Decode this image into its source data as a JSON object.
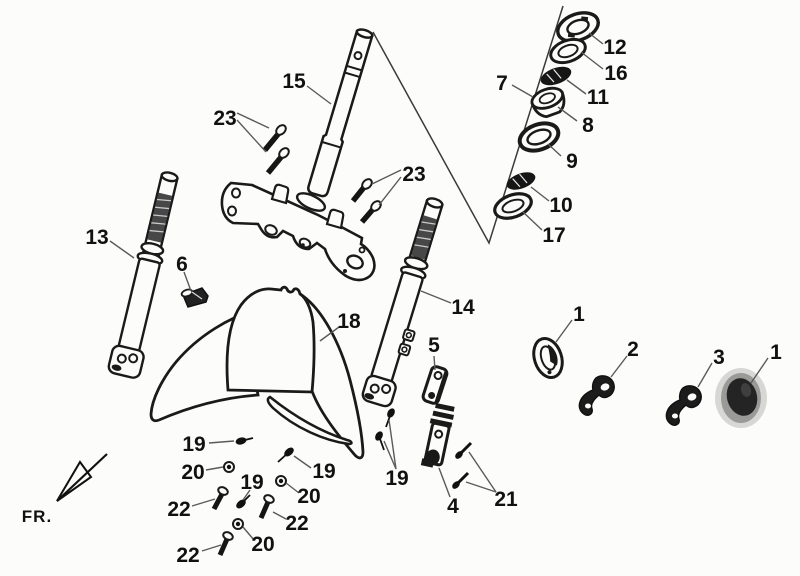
{
  "figure": {
    "type": "exploded-parts-diagram",
    "background": "#fcfcfa",
    "ink": "#1a1a1a",
    "leader_color": "#5a5a5a",
    "direction_label": "FR."
  },
  "callouts": [
    {
      "part": "15"
    },
    {
      "part": "23"
    },
    {
      "part": "23"
    },
    {
      "part": "13"
    },
    {
      "part": "6"
    },
    {
      "part": "18"
    },
    {
      "part": "14"
    },
    {
      "part": "5"
    },
    {
      "part": "7"
    },
    {
      "part": "12"
    },
    {
      "part": "16"
    },
    {
      "part": "11"
    },
    {
      "part": "8"
    },
    {
      "part": "9"
    },
    {
      "part": "10"
    },
    {
      "part": "17"
    },
    {
      "part": "1"
    },
    {
      "part": "2"
    },
    {
      "part": "3"
    },
    {
      "part": "1"
    },
    {
      "part": "4"
    },
    {
      "part": "21"
    },
    {
      "part": "19"
    },
    {
      "part": "19"
    },
    {
      "part": "20"
    },
    {
      "part": "19"
    },
    {
      "part": "19"
    },
    {
      "part": "20"
    },
    {
      "part": "22"
    },
    {
      "part": "22"
    },
    {
      "part": "20"
    },
    {
      "part": "22"
    }
  ]
}
